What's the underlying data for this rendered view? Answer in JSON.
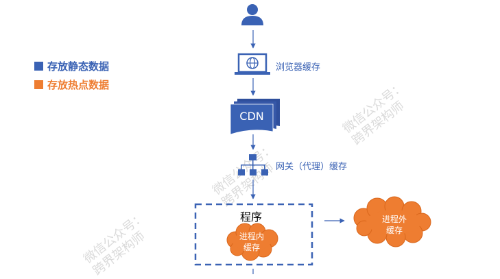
{
  "colors": {
    "static": "#3a62b4",
    "hot": "#ee7d31",
    "arrow": "#3a62b4"
  },
  "legend": [
    {
      "label": "存放静态数据",
      "color": "#3a62b4"
    },
    {
      "label": "存放热点数据",
      "color": "#ee7d31"
    }
  ],
  "nodes": {
    "user": {
      "icon": "user-icon"
    },
    "browser": {
      "icon": "browser-icon",
      "label": "浏览器缓存"
    },
    "cdn": {
      "icon": "cdn-stack-icon",
      "label": "CDN"
    },
    "gateway": {
      "icon": "network-tree-icon",
      "label": "网关（代理）缓存"
    },
    "program": {
      "title": "程序",
      "inner_cache_line1": "进程内",
      "inner_cache_line2": "缓存"
    },
    "external_cache": {
      "line1": "进程外",
      "line2": "缓存"
    }
  },
  "watermark": {
    "line1": "微信公众号：",
    "line2": "跨界架构师"
  }
}
